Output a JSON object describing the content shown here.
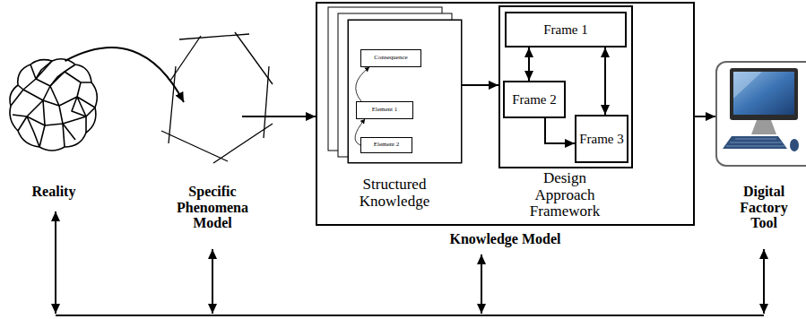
{
  "diagram": {
    "nodes": [
      {
        "text": [
          "Reality"
        ]
      },
      {
        "text": [
          "Specific Phenomena Model"
        ]
      },
      {
        "text": [
          "Knowledge Model"
        ]
      },
      {
        "text": [
          "Structured Knowledge"
        ],
        "in": 2
      },
      {
        "text": [
          "Consequence"
        ],
        "in": 3
      },
      {
        "text": [
          "Element 1"
        ],
        "in": 3
      },
      {
        "text": [
          "Element 2"
        ],
        "in": 3
      },
      {
        "text": [
          "Design Approach Framework"
        ],
        "in": 2
      },
      {
        "text": [
          "Frame 1"
        ],
        "in": 7
      },
      {
        "text": [
          "Frame 2"
        ],
        "in": 7
      },
      {
        "text": [
          "Frame 3"
        ],
        "in": 7
      },
      {
        "text": [
          "Digital Factory Tool"
        ]
      }
    ],
    "edges": [
      {
        "from": 0,
        "to": 1,
        "arrow": "to"
      },
      {
        "from": 1,
        "to": 2,
        "arrow": "to"
      },
      {
        "from": 6,
        "to": 5,
        "arrow": "to"
      },
      {
        "from": 5,
        "to": 4,
        "arrow": "to"
      },
      {
        "from": 3,
        "to": 7,
        "arrow": "to"
      },
      {
        "from": 8,
        "to": 9,
        "arrow": "both"
      },
      {
        "from": 8,
        "to": 10,
        "arrow": "both"
      },
      {
        "from": 9,
        "to": 10,
        "arrow": "to"
      },
      {
        "from": 2,
        "to": 11,
        "arrow": "to"
      }
    ]
  }
}
